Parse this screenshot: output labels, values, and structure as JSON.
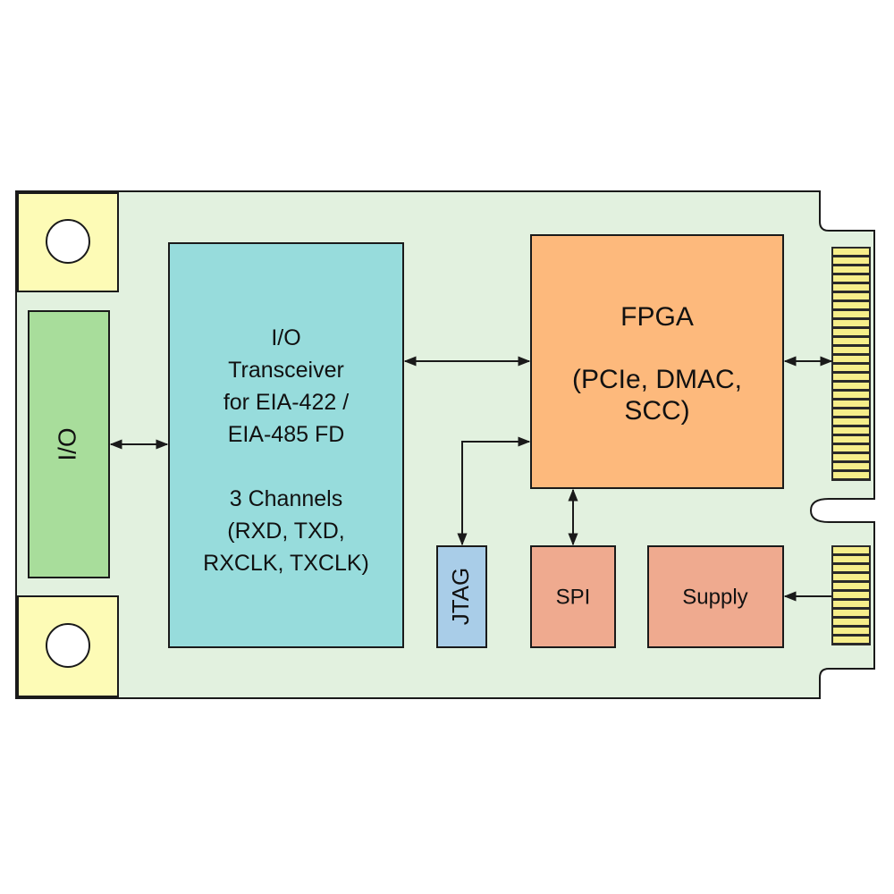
{
  "colors": {
    "board": "#e2f1df",
    "mount_pad": "#fdfbb6",
    "io_connector": "#a8dd9b",
    "transceiver": "#97dcdc",
    "fpga": "#fdb97c",
    "spi": "#efaa8f",
    "supply": "#efaa8f",
    "jtag": "#a9cde8",
    "gold_finger": "#f6ee8a",
    "outline": "#1a1a1a"
  },
  "blocks": {
    "io": {
      "label": "I/O"
    },
    "transceiver": {
      "lines": [
        "I/O",
        "Transceiver",
        "for EIA-422 /",
        "EIA-485 FD",
        "",
        "3 Channels",
        "(RXD, TXD,",
        "RXCLK, TXCLK)"
      ]
    },
    "fpga": {
      "lines": [
        "FPGA",
        "",
        "(PCIe, DMAC,",
        "SCC)"
      ]
    },
    "jtag": {
      "label": "JTAG"
    },
    "spi": {
      "label": "SPI"
    },
    "supply": {
      "label": "Supply"
    }
  },
  "icons": {
    "mount_hole_top": "mount-hole-icon",
    "mount_hole_bottom": "mount-hole-icon",
    "edge_connector": "pcie-edge-connector-icon"
  }
}
